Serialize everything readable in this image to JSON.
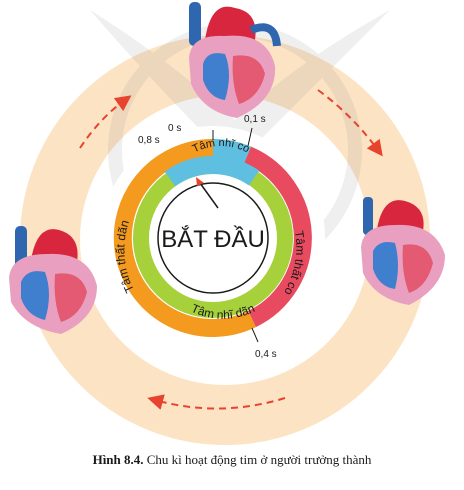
{
  "center_label": "BẮT ĐẦU",
  "phases": {
    "atrial_systole": "Tâm nhĩ co",
    "ventricular_systole": "Tâm thất co",
    "atrial_diastole": "Tâm nhĩ dãn",
    "ventricular_diastole": "Tâm thất dãn"
  },
  "time_marks": {
    "t0": "0 s",
    "t01": "0,1 s",
    "t04": "0,4 s",
    "t08": "0,8 s"
  },
  "caption": {
    "figure": "Hình 8.4.",
    "text": " Chu kì hoạt động tim ở người trưởng thành"
  },
  "colors": {
    "outer_ring": "#fce3c4",
    "atrial_systole": "#5fbfe0",
    "ventricular_systole": "#e84a5f",
    "diastole_green": "#a6d13a",
    "diastole_orange": "#f39a1f",
    "arrow": "#e8432e"
  }
}
